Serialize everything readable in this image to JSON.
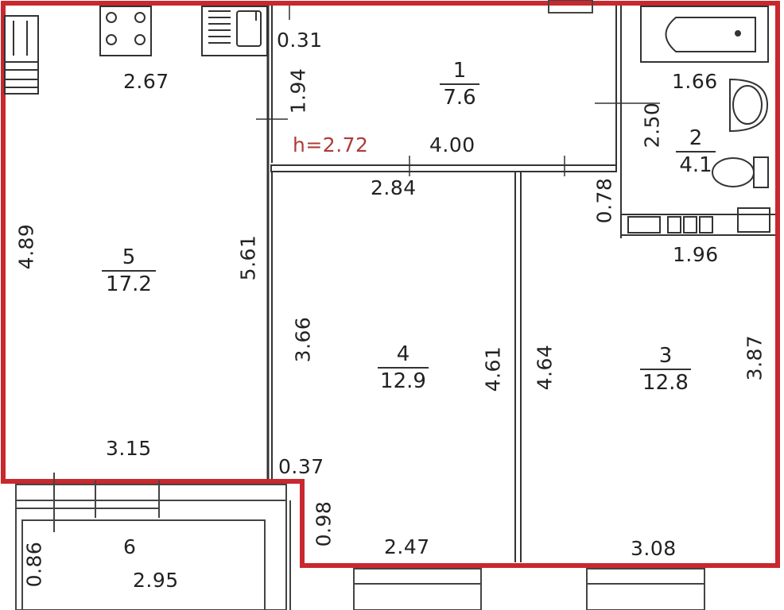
{
  "plan": {
    "ceiling_height": "h=2.72",
    "colors": {
      "outline": "#c8282e",
      "walls": "#333333",
      "fixtures": "#555555",
      "height_label": "#b03a3a"
    },
    "rooms": [
      {
        "num": "1",
        "area": "7.6"
      },
      {
        "num": "2",
        "area": "4.1"
      },
      {
        "num": "3",
        "area": "12.8"
      },
      {
        "num": "4",
        "area": "12.9"
      },
      {
        "num": "5",
        "area": "17.2"
      },
      {
        "num": "6",
        "area": ""
      }
    ],
    "dimensions": {
      "d031": "0.31",
      "d267": "2.67",
      "d194": "1.94",
      "d166": "1.66",
      "d250": "2.50",
      "d400": "4.00",
      "d284": "2.84",
      "d078": "0.78",
      "d196": "1.96",
      "d489": "4.89",
      "d561": "5.61",
      "d366": "3.66",
      "d461": "4.61",
      "d464": "4.64",
      "d387": "3.87",
      "d315": "3.15",
      "d037": "0.37",
      "d098": "0.98",
      "d086": "0.86",
      "d247": "2.47",
      "d308": "3.08",
      "d295": "2.95"
    },
    "icons": [
      "stove-icon",
      "sink-icon",
      "bathtub-icon",
      "washbasin-icon",
      "toilet-icon",
      "radiator-icon"
    ]
  }
}
